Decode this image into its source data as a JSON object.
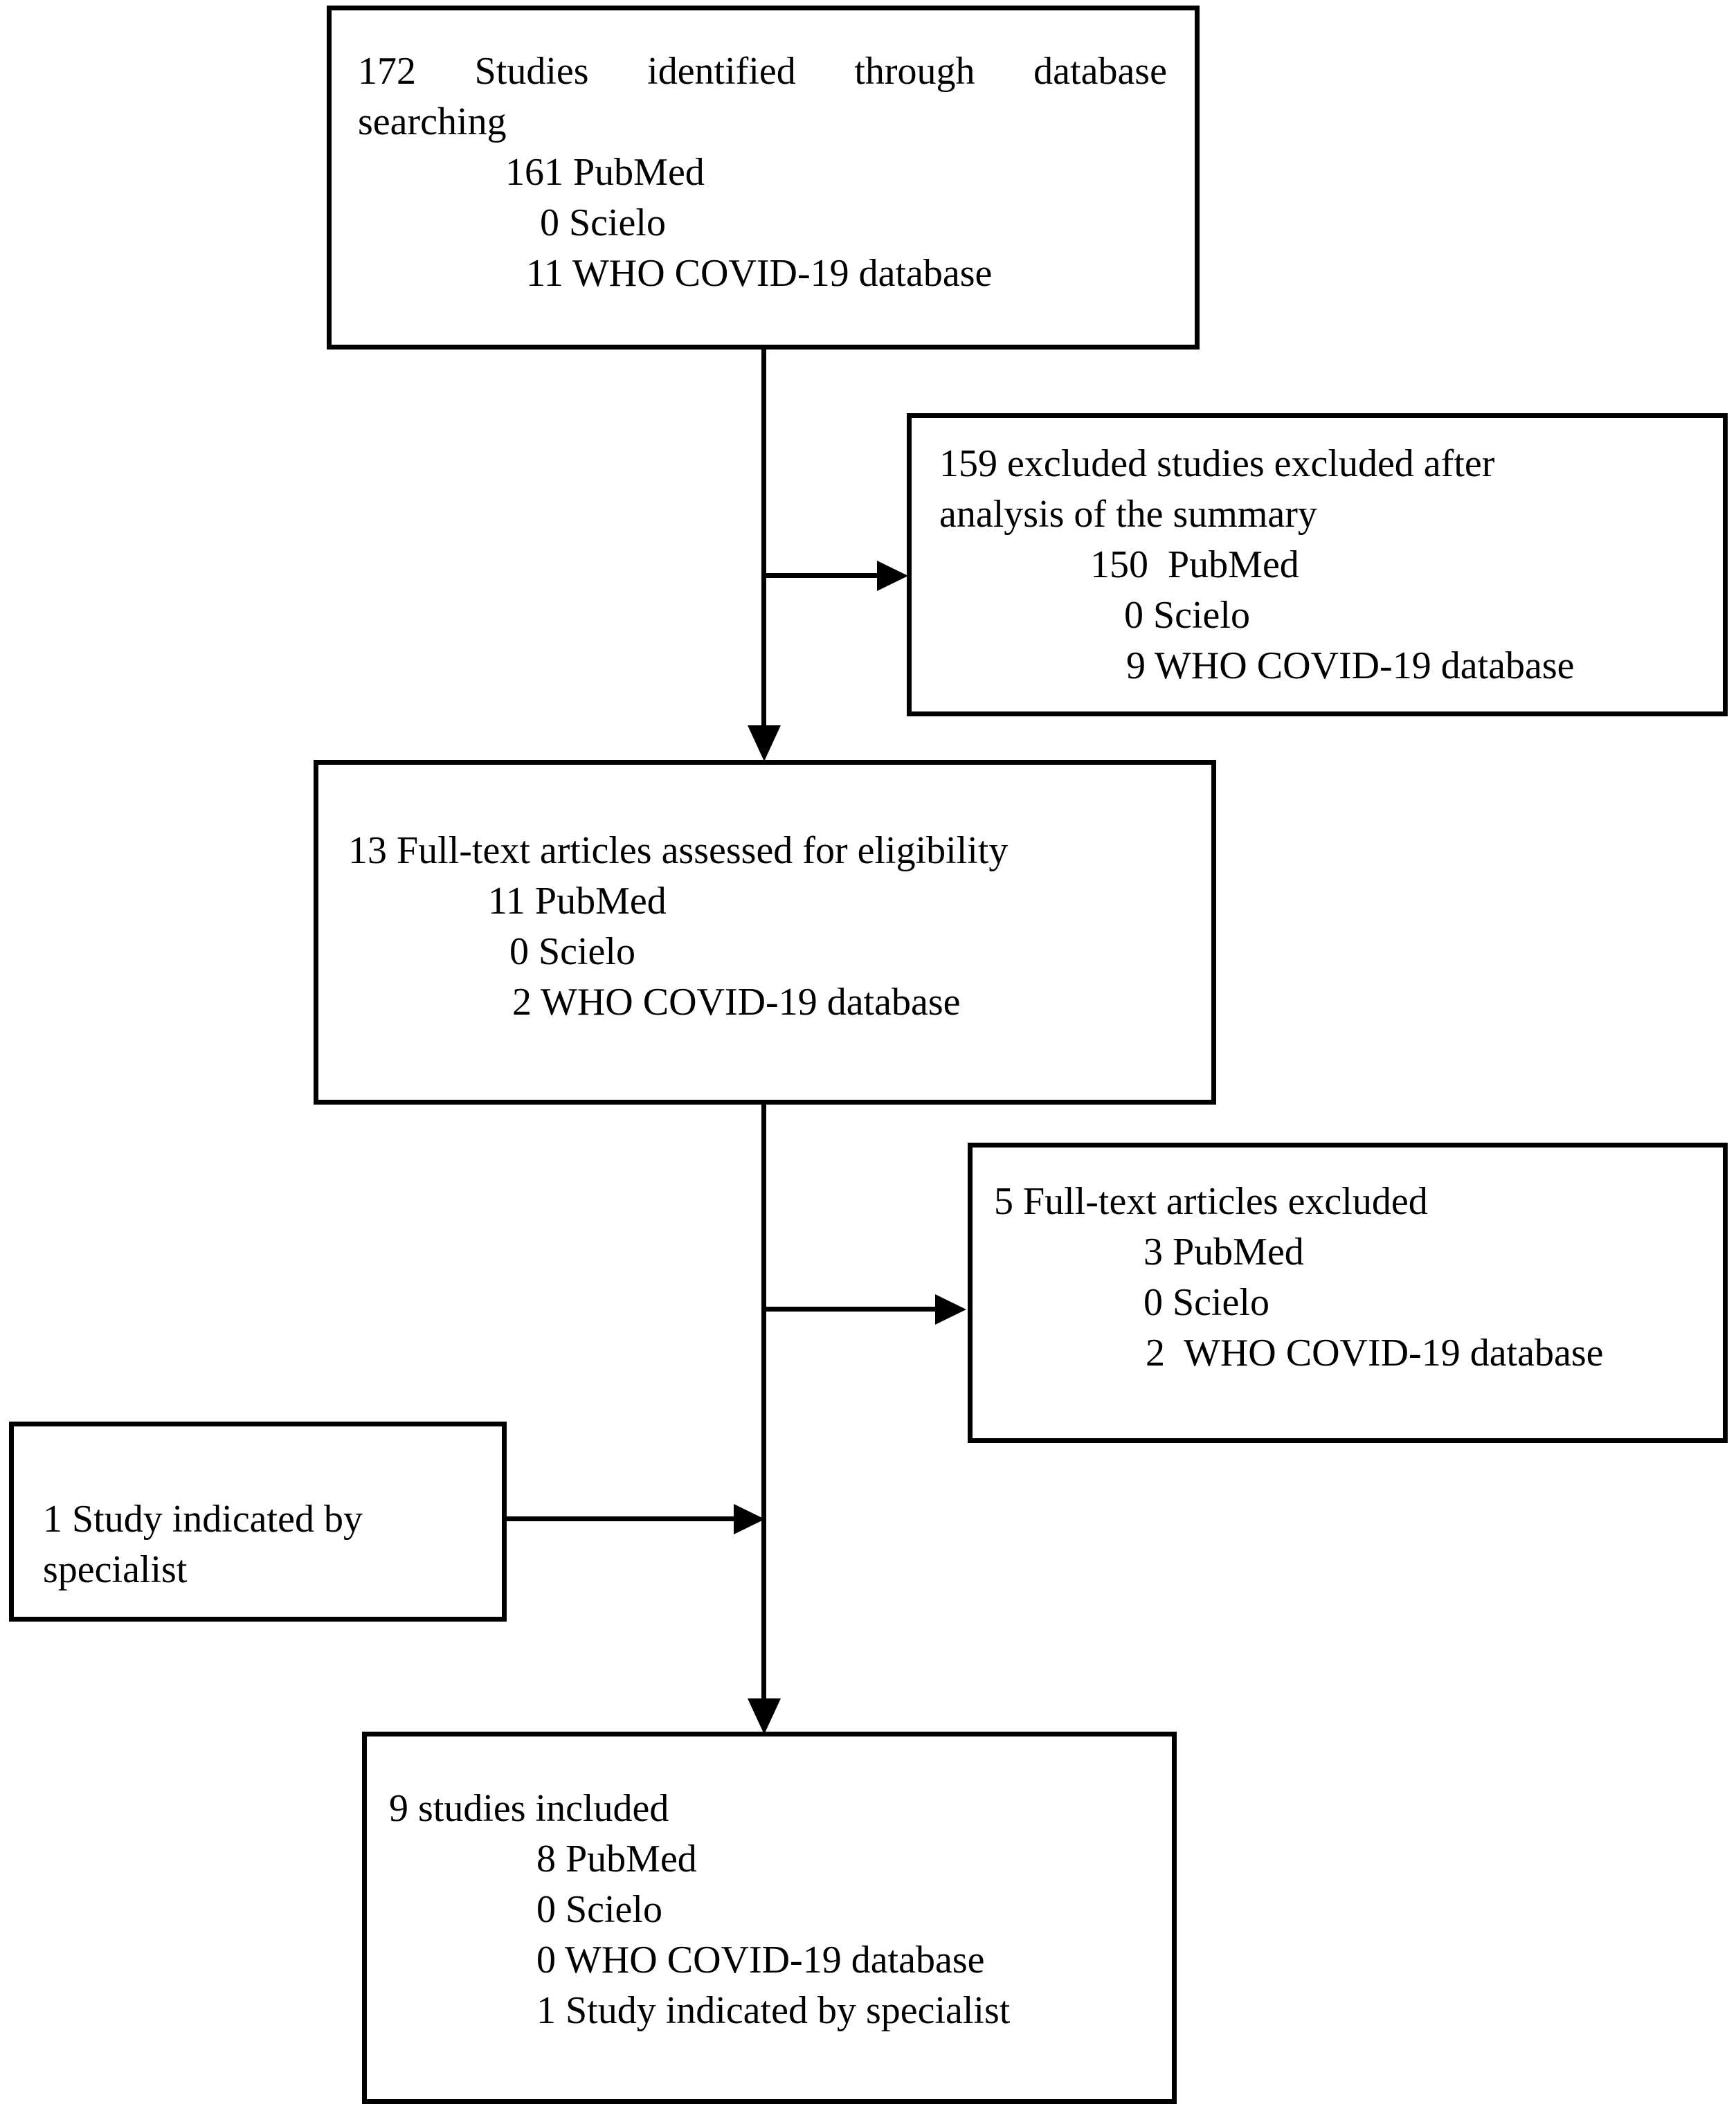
{
  "figure": {
    "background_color": "#ffffff",
    "stroke_color": "#000000",
    "boxes": {
      "identification": {
        "justified_line_words": [
          "172",
          "Studies",
          "identified",
          "through",
          "database"
        ],
        "wrap_line": "searching",
        "stats": [
          "161 PubMed",
          "0 Scielo",
          "11 WHO COVID-19 database"
        ]
      },
      "excluded_after_summary": {
        "lines": [
          "159 excluded studies excluded after",
          "analysis of the summary"
        ],
        "stats": [
          "150  PubMed",
          "0 Scielo",
          "9 WHO COVID-19 database"
        ]
      },
      "fulltext_assessed": {
        "lines": [
          "13 Full-text articles assessed for eligibility"
        ],
        "stats": [
          "11 PubMed",
          "0 Scielo",
          "2 WHO COVID-19 database"
        ]
      },
      "fulltext_excluded": {
        "lines": [
          "5 Full-text articles excluded"
        ],
        "stats": [
          "3 PubMed",
          "0 Scielo",
          "2  WHO COVID-19 database"
        ]
      },
      "specialist_indicated": {
        "lines": [
          "1 Study indicated by",
          "specialist"
        ]
      },
      "included": {
        "lines": [
          "9 studies included"
        ],
        "stats": [
          "8 PubMed",
          "0 Scielo",
          "0 WHO COVID-19 database",
          "1 Study indicated by specialist"
        ]
      }
    }
  }
}
